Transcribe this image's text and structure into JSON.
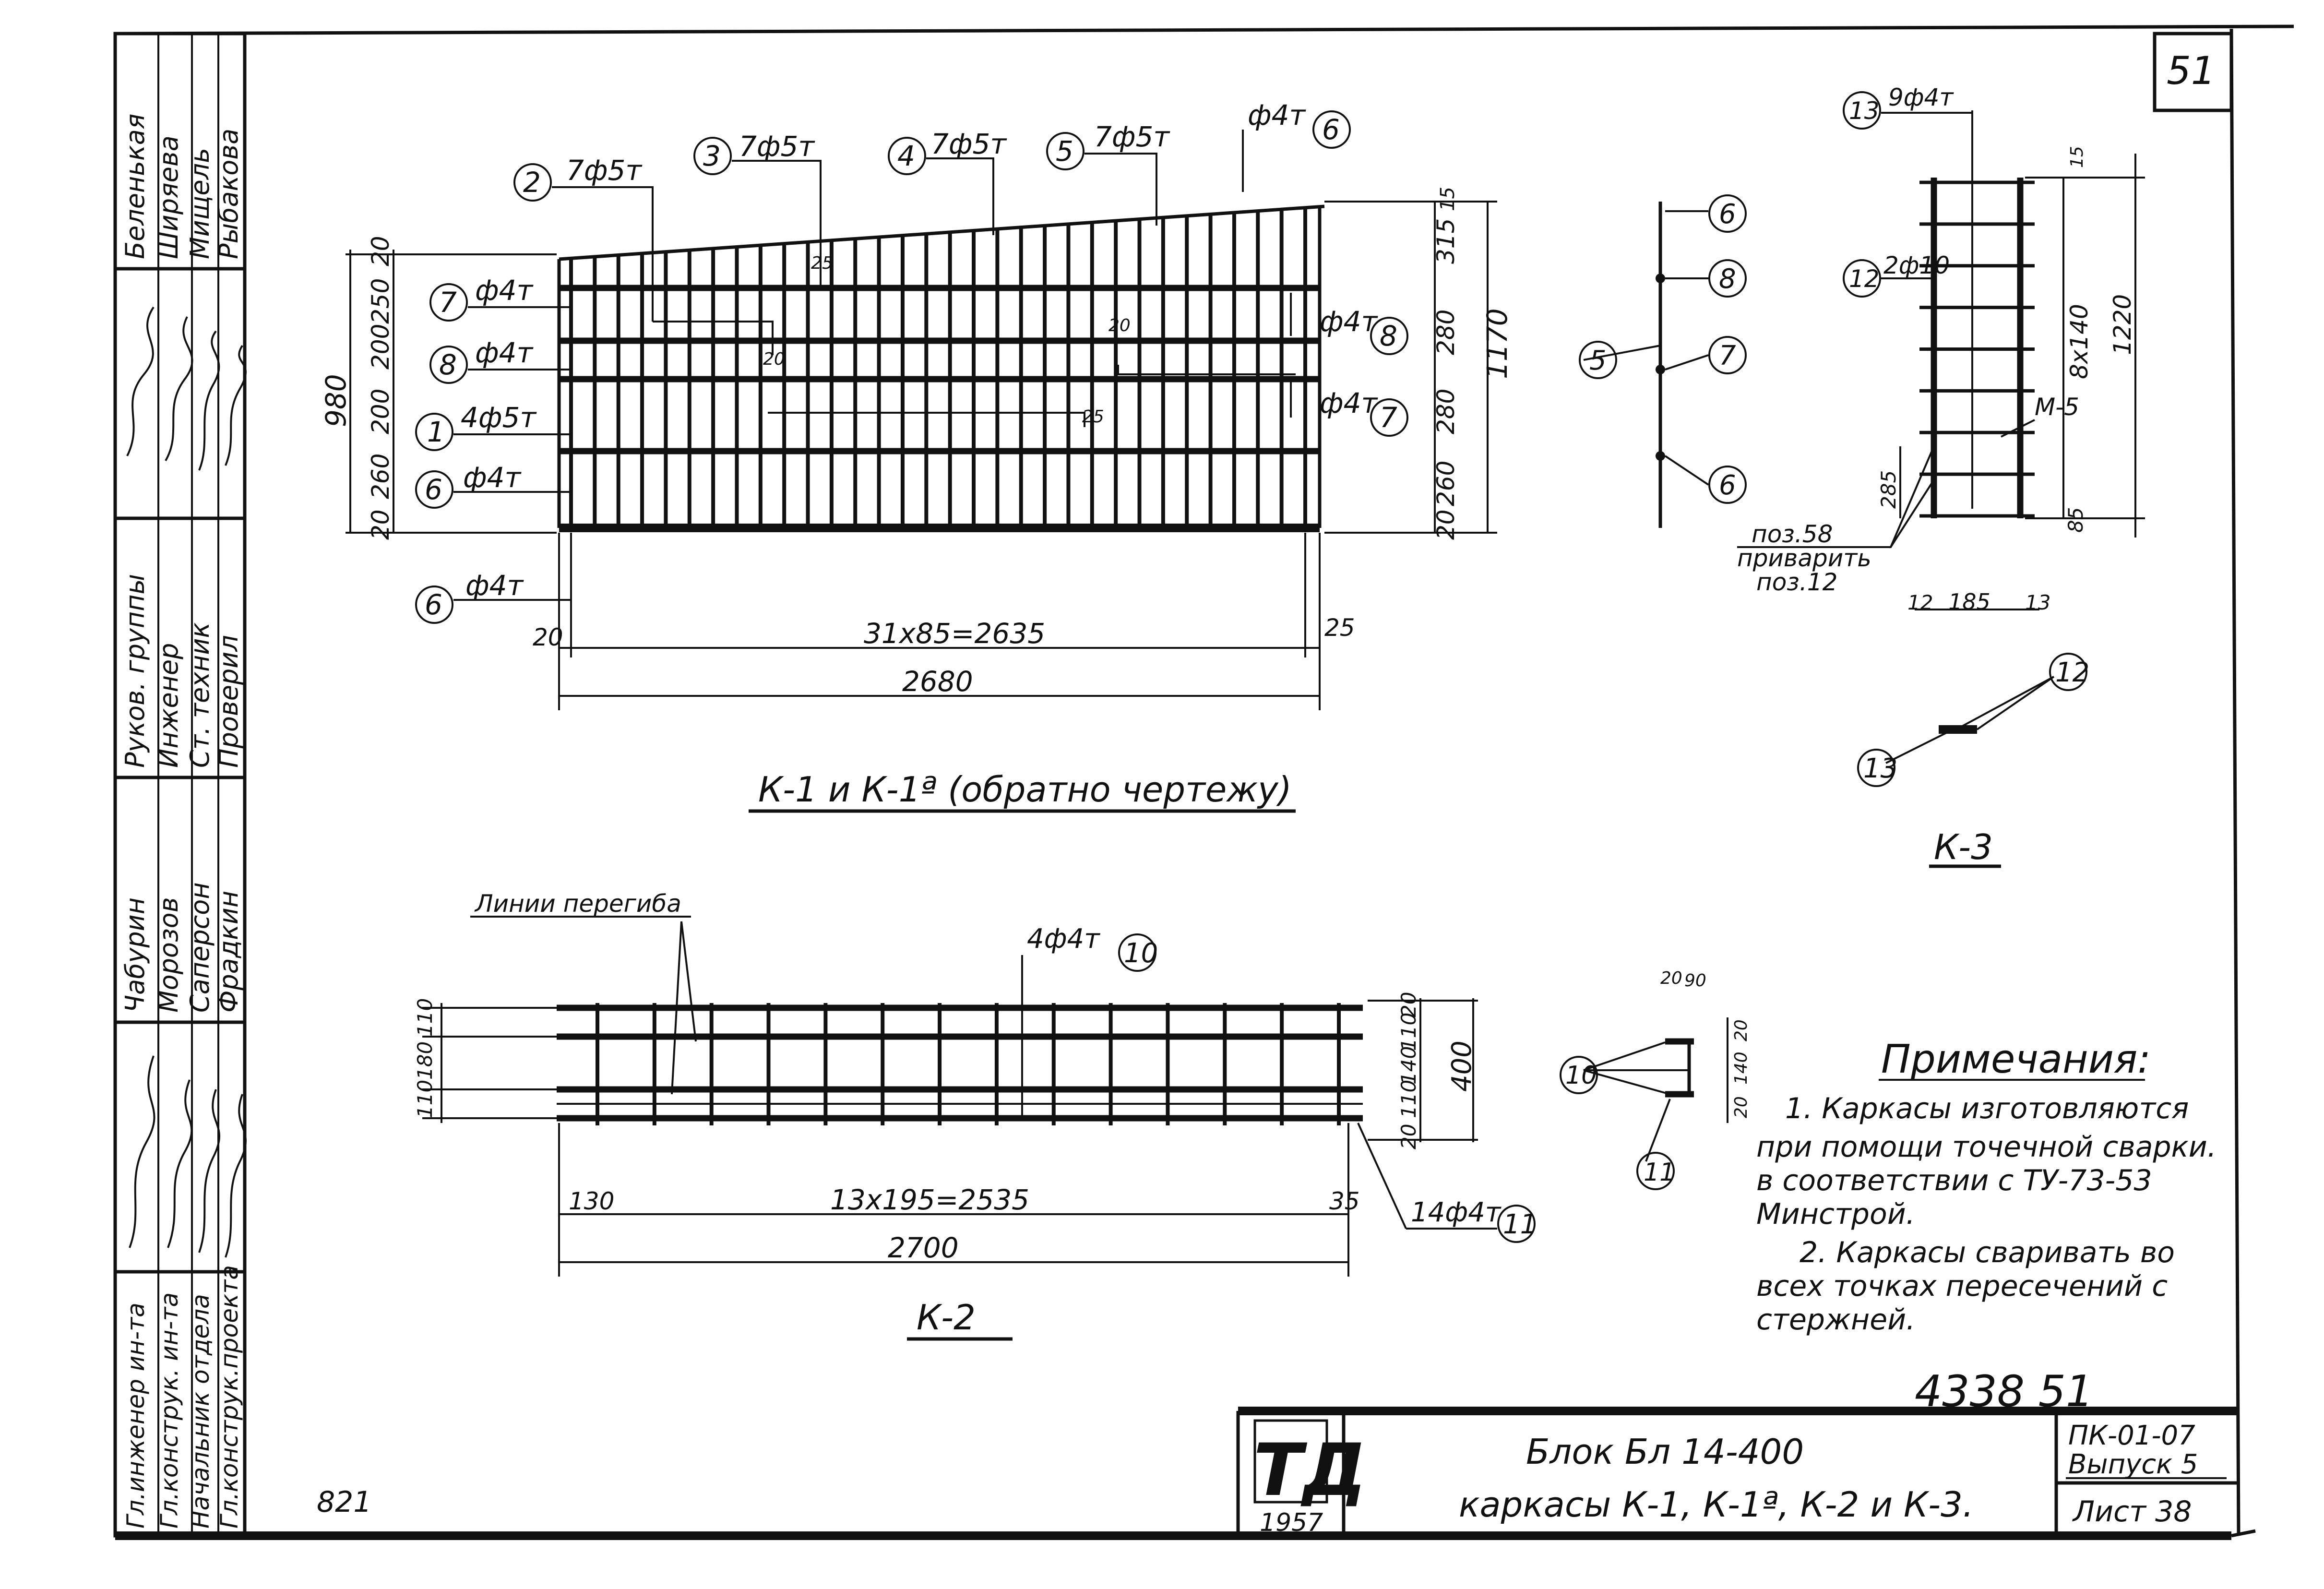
{
  "sheet_number": "51",
  "inventory_number": "4338 51",
  "side_number": "821",
  "stamp": {
    "names_col1": [
      "Беленькая",
      "Ширяева",
      "Мищель",
      "Рыбакова"
    ],
    "roles_col2": [
      "Руков. группы",
      "Инженер",
      "Ст. техник",
      "Проверил"
    ],
    "names_col2": [
      "Чабурин",
      "Морозов",
      "Саперсон",
      "Фрадкин"
    ],
    "roles_col3": [
      "Гл.инженер ин-та",
      "Гл.конструк. ин-та",
      "Начальник отдела",
      "Гл.конструк.проекта"
    ]
  },
  "title_block": {
    "logo_text": "ТД",
    "year": "1957",
    "title_line1": "Блок  Бл 14-400",
    "title_line2": "каркасы  К-1, К-1ª, К-2 и К-3.",
    "series": "ПК-01-07",
    "issue": "Выпуск 5",
    "sheet": "Лист 38"
  },
  "notes": {
    "heading": "Примечания:",
    "lines": [
      "1. Каркасы изготовляются",
      "при помощи точечной сварки.",
      "в соответствии с ТУ-73-53",
      "Минстрой.",
      "2. Каркасы сваривать во",
      "всех точках пересечений с",
      "стержней."
    ]
  },
  "k1": {
    "caption": "К-1 и К-1ª (обратно чертежу)",
    "callouts": [
      {
        "pos": "2",
        "text": "7ф5т"
      },
      {
        "pos": "3",
        "text": "7ф5т"
      },
      {
        "pos": "4",
        "text": "7ф5т"
      },
      {
        "pos": "5",
        "text": "7ф5т"
      },
      {
        "pos": "6",
        "text": "ф4т"
      },
      {
        "pos": "7",
        "text": "ф4т"
      },
      {
        "pos": "8",
        "text": "ф4т"
      },
      {
        "pos": "1",
        "text": "4ф5т"
      },
      {
        "pos": "6",
        "text": "ф4т"
      },
      {
        "pos": "6",
        "text": "ф4т"
      },
      {
        "pos": "8",
        "text": "ф4т"
      },
      {
        "pos": "7",
        "text": "ф4т"
      }
    ],
    "dims": [
      "31х85=2635",
      "2680",
      "20",
      "25",
      "980",
      "1170",
      "20",
      "250",
      "200",
      "200",
      "260",
      "20",
      "315",
      "280",
      "280",
      "260",
      "20",
      "15",
      "20",
      "25",
      "20",
      "25"
    ]
  },
  "k2": {
    "caption": "К-2",
    "bend_label": "Линии перегиба",
    "callouts": [
      {
        "pos": "10",
        "text": "4ф4т"
      },
      {
        "pos": "11",
        "text": "14ф4т"
      }
    ],
    "dims": [
      "13х195=2535",
      "2700",
      "130",
      "35",
      "110",
      "180",
      "110",
      "20",
      "110",
      "140",
      "110",
      "20",
      "400"
    ]
  },
  "k3": {
    "caption": "К-3",
    "callouts": [
      {
        "pos": "13",
        "text": "9ф4т"
      },
      {
        "pos": "12",
        "text": "2ф10"
      }
    ],
    "labels": [
      "М-5",
      "поз.58",
      "приварить",
      "поз.12"
    ],
    "dims": [
      "15",
      "8х140",
      "1220",
      "285",
      "85",
      "12",
      "185",
      "13"
    ]
  },
  "k1_section": {
    "positions": [
      "6",
      "8",
      "7",
      "6",
      "5"
    ]
  },
  "k3_detail": {
    "positions": [
      "12",
      "13"
    ]
  },
  "k2_section": {
    "positions": [
      "10",
      "11"
    ],
    "dims": [
      "20",
      "90",
      "20",
      "140",
      "20"
    ]
  }
}
